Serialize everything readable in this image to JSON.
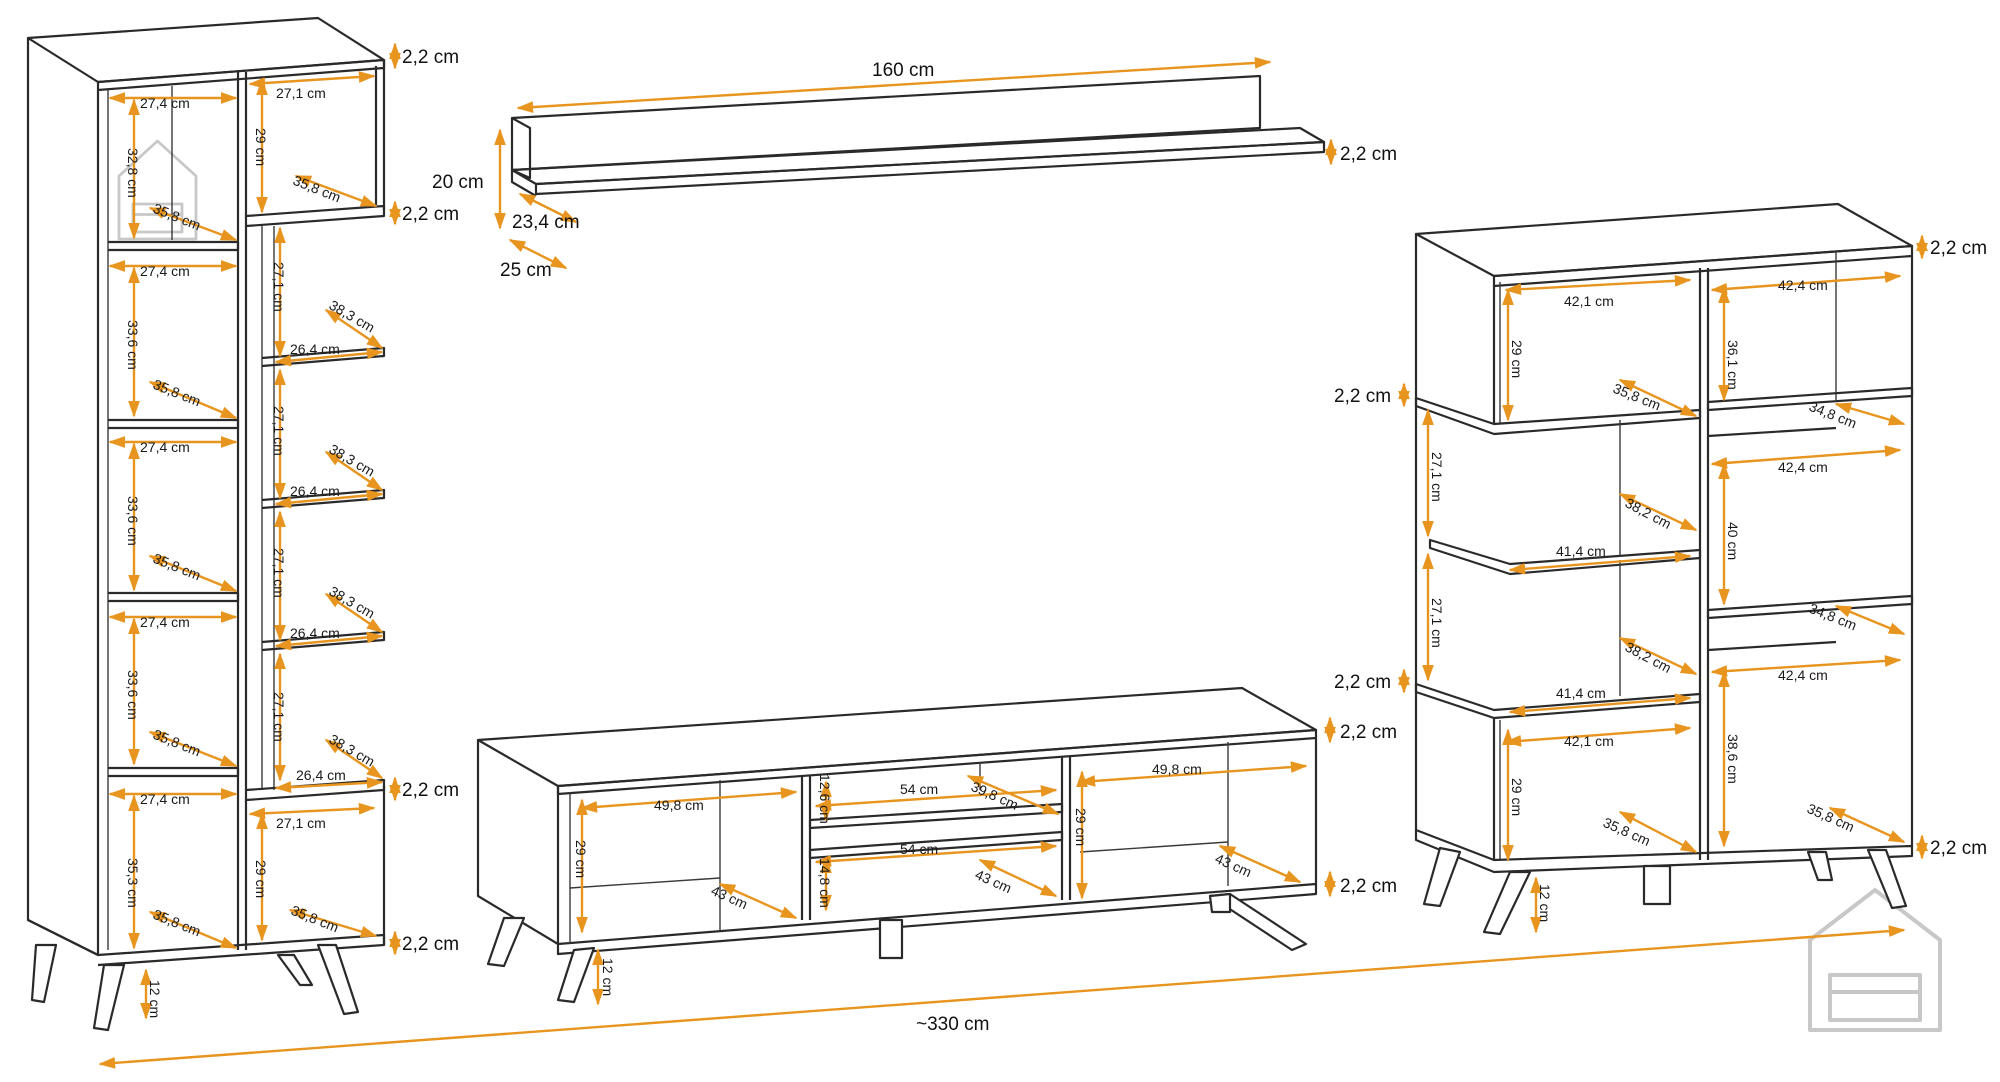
{
  "colors": {
    "dimension": "#e8951f",
    "line": "#2a2a2a",
    "watermark": "#c8c8c8"
  },
  "icons": {
    "watermark": "house-sofa-logo-icon"
  },
  "labels": {
    "l_w1": "27,4 cm",
    "l_w2": "27,4 cm",
    "l_w3": "27,4 cm",
    "l_w4": "27,4 cm",
    "l_w5": "27,4 cm",
    "l_h1": "32,8 cm",
    "l_h2": "33,6 cm",
    "l_h3": "33,6 cm",
    "l_h4": "33,6 cm",
    "l_h5": "35,3 cm",
    "l_d1": "35,8 cm",
    "l_d2": "35,8 cm",
    "l_d3": "35,8 cm",
    "l_d4": "35,8 cm",
    "l_d5": "35,8 cm",
    "r_w_top": "27,1 cm",
    "r_h_top": "29 cm",
    "r_d_top": "35,8 cm",
    "r_h1": "27,1 cm",
    "r_h2": "27,1 cm",
    "r_h3": "27,1 cm",
    "r_h4": "27,1 cm",
    "r_d1": "38,3 cm",
    "r_d2": "38,3 cm",
    "r_d3": "38,3 cm",
    "r_d4": "38,3 cm",
    "r_w1": "26,4 cm",
    "r_w2": "26,4 cm",
    "r_w3": "26,4 cm",
    "r_w4": "26,4 cm",
    "r_w_bot": "27,1 cm",
    "r_h_bot": "29 cm",
    "r_d_bot": "35,8 cm",
    "left_ext_top": "2,2 cm",
    "left_ext_mid": "2,2 cm",
    "left_ext_low": "2,2 cm",
    "left_ext_bot": "2,2 cm",
    "left_leg": "12 cm",
    "shelf_len": "160 cm",
    "shelf_h": "20 cm",
    "shelf_inner_d": "23,4 cm",
    "shelf_d": "25 cm",
    "shelf_ext": "2,2 cm",
    "tv_w_left": "49,8 cm",
    "tv_h_left": "29 cm",
    "tv_d_left": "43 cm",
    "tv_h_mid1": "12,6 cm",
    "tv_w_mid1": "54 cm",
    "tv_d_mid1": "39,8 cm",
    "tv_h_mid2": "14,8 cm",
    "tv_w_mid2": "54 cm",
    "tv_d_mid2": "43 cm",
    "tv_w_right": "49,8 cm",
    "tv_h_right": "29 cm",
    "tv_d_right": "43 cm",
    "tv_ext_top": "2,2 cm",
    "tv_ext_bot": "2,2 cm",
    "tv_leg": "12 cm",
    "c_w_tl": "42,1 cm",
    "c_h_tl": "29 cm",
    "c_d_tl": "35,8 cm",
    "c_w_tr": "42,4 cm",
    "c_h_tr": "36,1 cm",
    "c_d_tr": "34,8 cm",
    "c_h_ml1": "27,1 cm",
    "c_d_ml1": "38,2 cm",
    "c_w_ml1": "41,4 cm",
    "c_w_r2": "42,4 cm",
    "c_h_r2": "40 cm",
    "c_d_r2": "34,8 cm",
    "c_h_ml2": "27,1 cm",
    "c_d_ml2": "38,2 cm",
    "c_w_ml2": "41,4 cm",
    "c_w_r3": "42,4 cm",
    "c_w_bl": "42,1 cm",
    "c_h_bl": "29 cm",
    "c_d_bl": "35,8 cm",
    "c_h_r3": "38,6 cm",
    "c_d_r3": "35,8 cm",
    "c_ext_top": "2,2 cm",
    "c_ext_l1": "2,2 cm",
    "c_ext_l2": "2,2 cm",
    "c_ext_bot": "2,2 cm",
    "c_leg": "12 cm",
    "total": "~330 cm"
  }
}
